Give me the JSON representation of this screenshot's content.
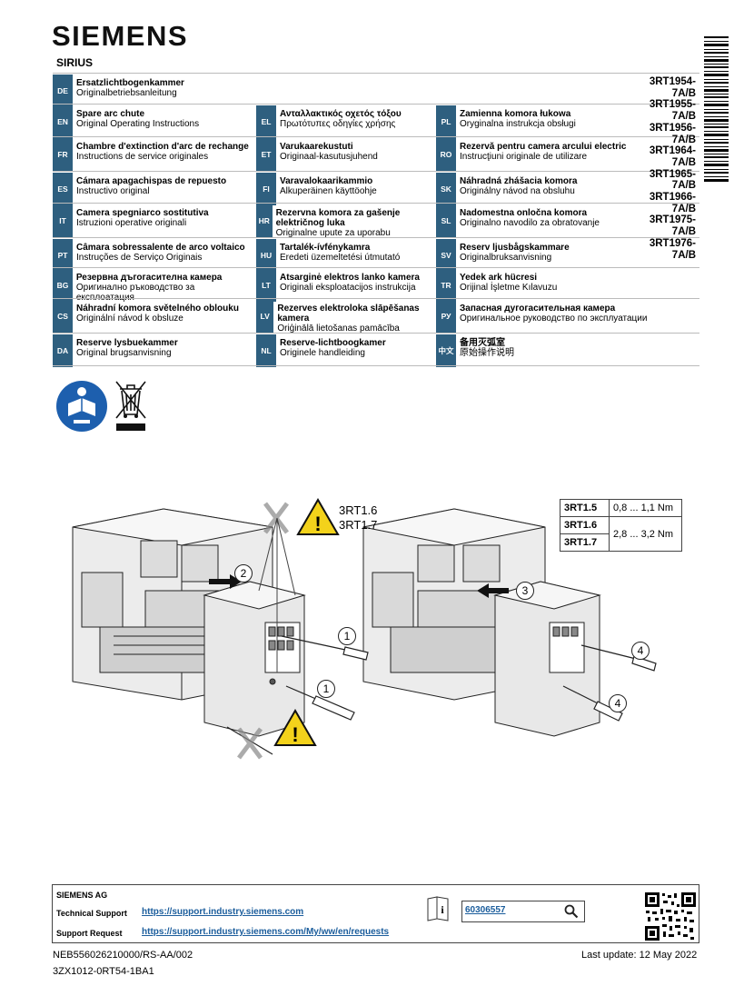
{
  "brand": "SIEMENS",
  "series": "SIRIUS",
  "languages_col1": [
    {
      "code": "DE",
      "title": "Ersatzlichtbogenkammer",
      "sub": "Originalbetriebsanleitung"
    },
    {
      "code": "EN",
      "title": "Spare arc chute",
      "sub": "Original Operating Instructions"
    },
    {
      "code": "FR",
      "title": "Chambre d'extinction d'arc de rechange",
      "sub": "Instructions de service originales"
    },
    {
      "code": "ES",
      "title": "Cámara apagachispas de repuesto",
      "sub": "Instructivo original"
    },
    {
      "code": "IT",
      "title": "Camera spegniarco sostitutiva",
      "sub": "Istruzioni operative originali"
    },
    {
      "code": "PT",
      "title": "Câmara sobressalente de arco voltaico",
      "sub": "Instruções de Serviço Originais"
    },
    {
      "code": "BG",
      "title": "Резервна дъгогасителна камера",
      "sub": "Оригинално ръководство за експлоатация"
    },
    {
      "code": "CS",
      "title": "Náhradní komora světelného oblouku",
      "sub": "Originální návod k obsluze"
    },
    {
      "code": "DA",
      "title": "Reserve lysbuekammer",
      "sub": "Original brugsanvisning"
    }
  ],
  "languages_col2": [
    {
      "code": "EL",
      "title": "Ανταλλακτικός οχετός τόξου",
      "sub": "Πρωτότυπες οδηγίες χρήσης"
    },
    {
      "code": "ET",
      "title": "Varukaarekustuti",
      "sub": "Originaal-kasutusjuhend"
    },
    {
      "code": "FI",
      "title": "Varavalokaarikammio",
      "sub": "Alkuperäinen käyttöohje"
    },
    {
      "code": "HR",
      "title": "Rezervna komora za gašenje električnog luka",
      "sub": "Originalne upute za uporabu"
    },
    {
      "code": "HU",
      "title": "Tartalék-ívfénykamra",
      "sub": "Eredeti üzemeltetési útmutató"
    },
    {
      "code": "LT",
      "title": "Atsarginė elektros lanko kamera",
      "sub": "Originali eksploatacijos instrukcija"
    },
    {
      "code": "LV",
      "title": "Rezerves elektroloka slāpēšanas kamera",
      "sub": "Oriģinālā lietošanas pamācība"
    },
    {
      "code": "NL",
      "title": "Reserve-lichtboogkamer",
      "sub": "Originele handleiding"
    }
  ],
  "languages_col3": [
    {
      "code": "PL",
      "title": "Zamienna komora łukowa",
      "sub": "Oryginalna instrukcja obsługi"
    },
    {
      "code": "RO",
      "title": "Rezervă pentru camera arcului electric",
      "sub": "Instrucţiuni originale de utilizare"
    },
    {
      "code": "SK",
      "title": "Náhradná zhášacia komora",
      "sub": "Originálny návod na obsluhu"
    },
    {
      "code": "SL",
      "title": "Nadomestna onločna komora",
      "sub": "Originalno navodilo za obratovanje"
    },
    {
      "code": "SV",
      "title": "Reserv ljusbågskammare",
      "sub": "Originalbruksanvisning"
    },
    {
      "code": "TR",
      "title": "Yedek ark hücresi",
      "sub": "Orijinal İşletme Kılavuzu"
    },
    {
      "code": "РУ",
      "title": "Запасная дугогасительная камера",
      "sub": "Оригинальное руководство по эксплуатации"
    },
    {
      "code": "中文",
      "title": "备用灭弧室",
      "sub": "原始操作说明"
    }
  ],
  "product_codes": [
    "3RT1954-7A/B",
    "3RT1955-7A/B",
    "3RT1956-7A/B",
    "3RT1964-7A/B",
    "3RT1965-7A/B",
    "3RT1966-7A/B",
    "3RT1975-7A/B",
    "3RT1976-7A/B"
  ],
  "diagram": {
    "warn_label_1": "3RT1.6",
    "warn_label_2": "3RT1.7",
    "step_2": "2",
    "step_3": "3",
    "step_1": "1",
    "step_4": "4"
  },
  "torque_table": {
    "r1_key": "3RT1.5",
    "r1_val": "0,8 ... 1,1 Nm",
    "r2_key": "3RT1.6",
    "r23_val": "2,8 ... 3,2 Nm",
    "r3_key": "3RT1.7"
  },
  "footer": {
    "company": "SIEMENS AG",
    "tech_support_label": "Technical Support",
    "tech_support_url": "https://support.industry.siemens.com",
    "support_request_label": "Support Request",
    "support_request_url": "https://support.industry.siemens.com/My/ww/en/requests",
    "doc_id": "60306557",
    "doc_number": "NEB556026210000/RS-AA/002",
    "last_update": "Last update: 12 May 2022",
    "order_number": "3ZX1012-0RT54-1BA1"
  },
  "colors": {
    "accent": "#2e5f7f",
    "link": "#1b5d9c",
    "manual_icon": "#1d5fae",
    "warning": "#f3d21b"
  }
}
